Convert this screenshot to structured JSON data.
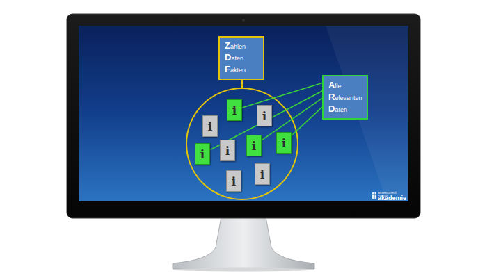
{
  "diagram": {
    "nodes": [
      {
        "text": [
          "Zahlen Daten Fakten"
        ]
      },
      {
        "text": [
          "Alle Relevanten Daten"
        ]
      },
      {
        "text": [
          "i"
        ]
      },
      {
        "text": [
          "i"
        ]
      },
      {
        "text": [
          "i"
        ]
      },
      {
        "text": [
          "i"
        ]
      },
      {
        "text": [
          "i"
        ]
      },
      {
        "text": [
          "i"
        ]
      },
      {
        "text": [
          "i"
        ]
      },
      {
        "text": [
          "i"
        ]
      },
      {
        "text": [
          "i"
        ]
      }
    ],
    "edges": [
      {
        "from": 1,
        "to": 2,
        "arrow": "none"
      },
      {
        "from": 1,
        "to": 5,
        "arrow": "none"
      },
      {
        "from": 1,
        "to": 6,
        "arrow": "none"
      },
      {
        "from": 1,
        "to": 8,
        "arrow": "none"
      }
    ],
    "labels": [
      "assessment center",
      "akademie"
    ]
  }
}
